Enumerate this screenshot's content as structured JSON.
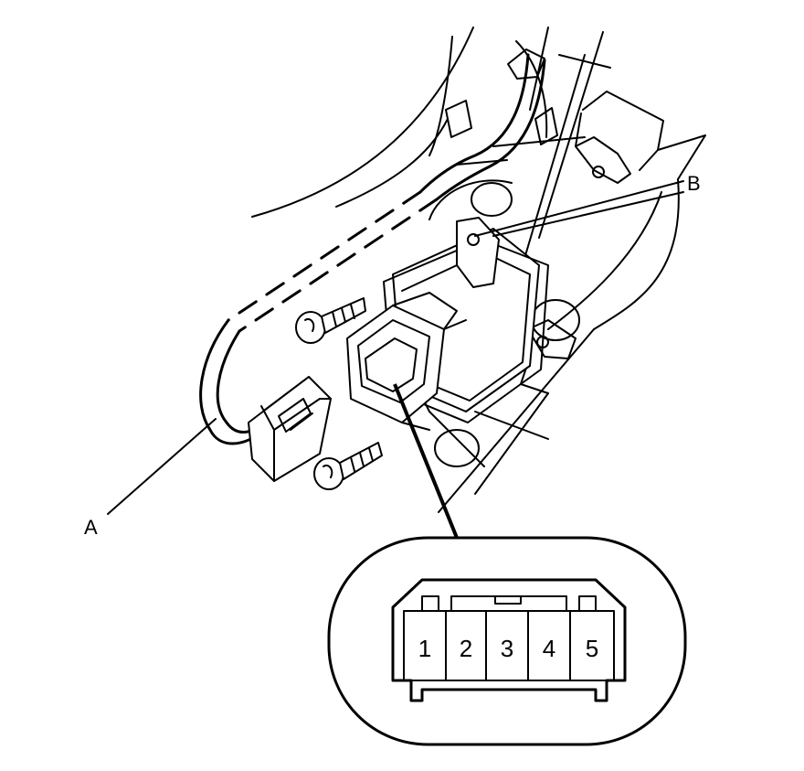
{
  "callouts": {
    "a": "A",
    "b": "B"
  },
  "terminals": [
    "1",
    "2",
    "3",
    "4",
    "5"
  ]
}
